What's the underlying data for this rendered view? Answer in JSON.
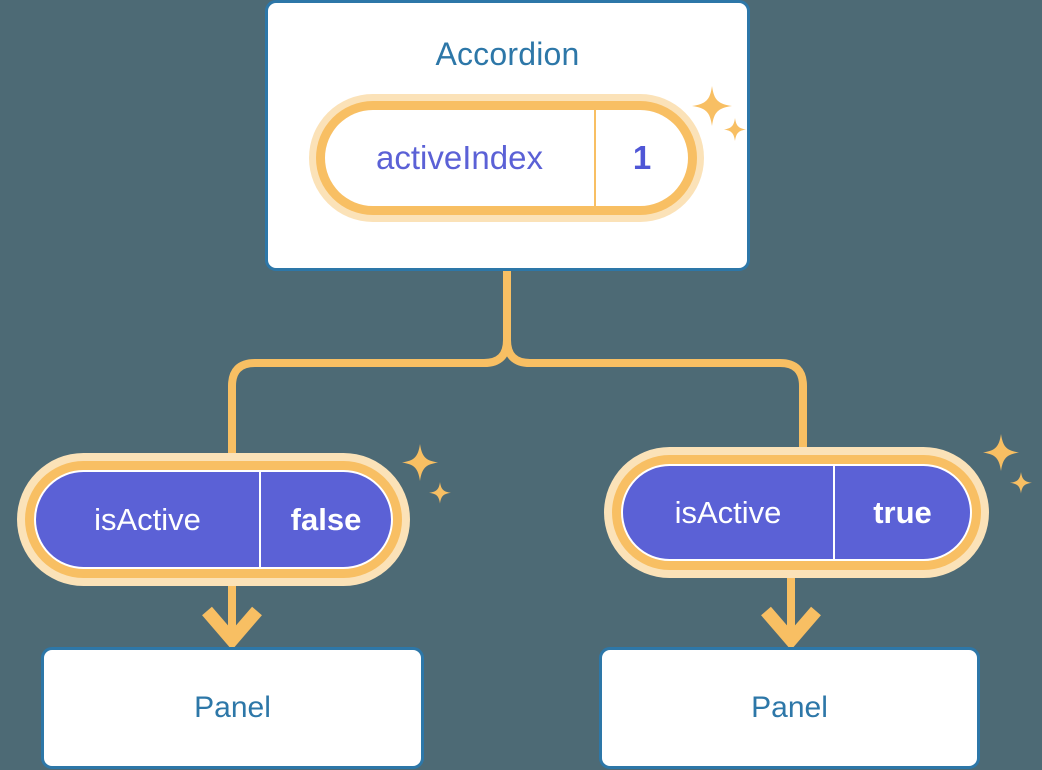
{
  "theme": {
    "background": "#4d6a75",
    "node_border": "#2d77a8",
    "node_text": "#2d77a8",
    "accent_orange": "#f8bf63",
    "accent_orange_glow": "#fbe2b8",
    "state_purple": "#5b61d6",
    "white": "#ffffff"
  },
  "diagram": {
    "type": "component-state-tree",
    "root": {
      "name": "accordion-card",
      "title": "Accordion",
      "state": {
        "key": "activeIndex",
        "value": "1",
        "style": "white"
      },
      "sparkle": "sparkle-icon"
    },
    "children": [
      {
        "name": "panel-left",
        "state": {
          "key": "isActive",
          "value": "false",
          "style": "purple"
        },
        "sparkle": "sparkle-icon",
        "node": {
          "title": "Panel"
        }
      },
      {
        "name": "panel-right",
        "state": {
          "key": "isActive",
          "value": "true",
          "style": "purple"
        },
        "sparkle": "sparkle-icon",
        "node": {
          "title": "Panel"
        }
      }
    ],
    "connectors": {
      "style": "orange-rounded-tree",
      "arrowhead": "chevron-down-arrow"
    }
  }
}
